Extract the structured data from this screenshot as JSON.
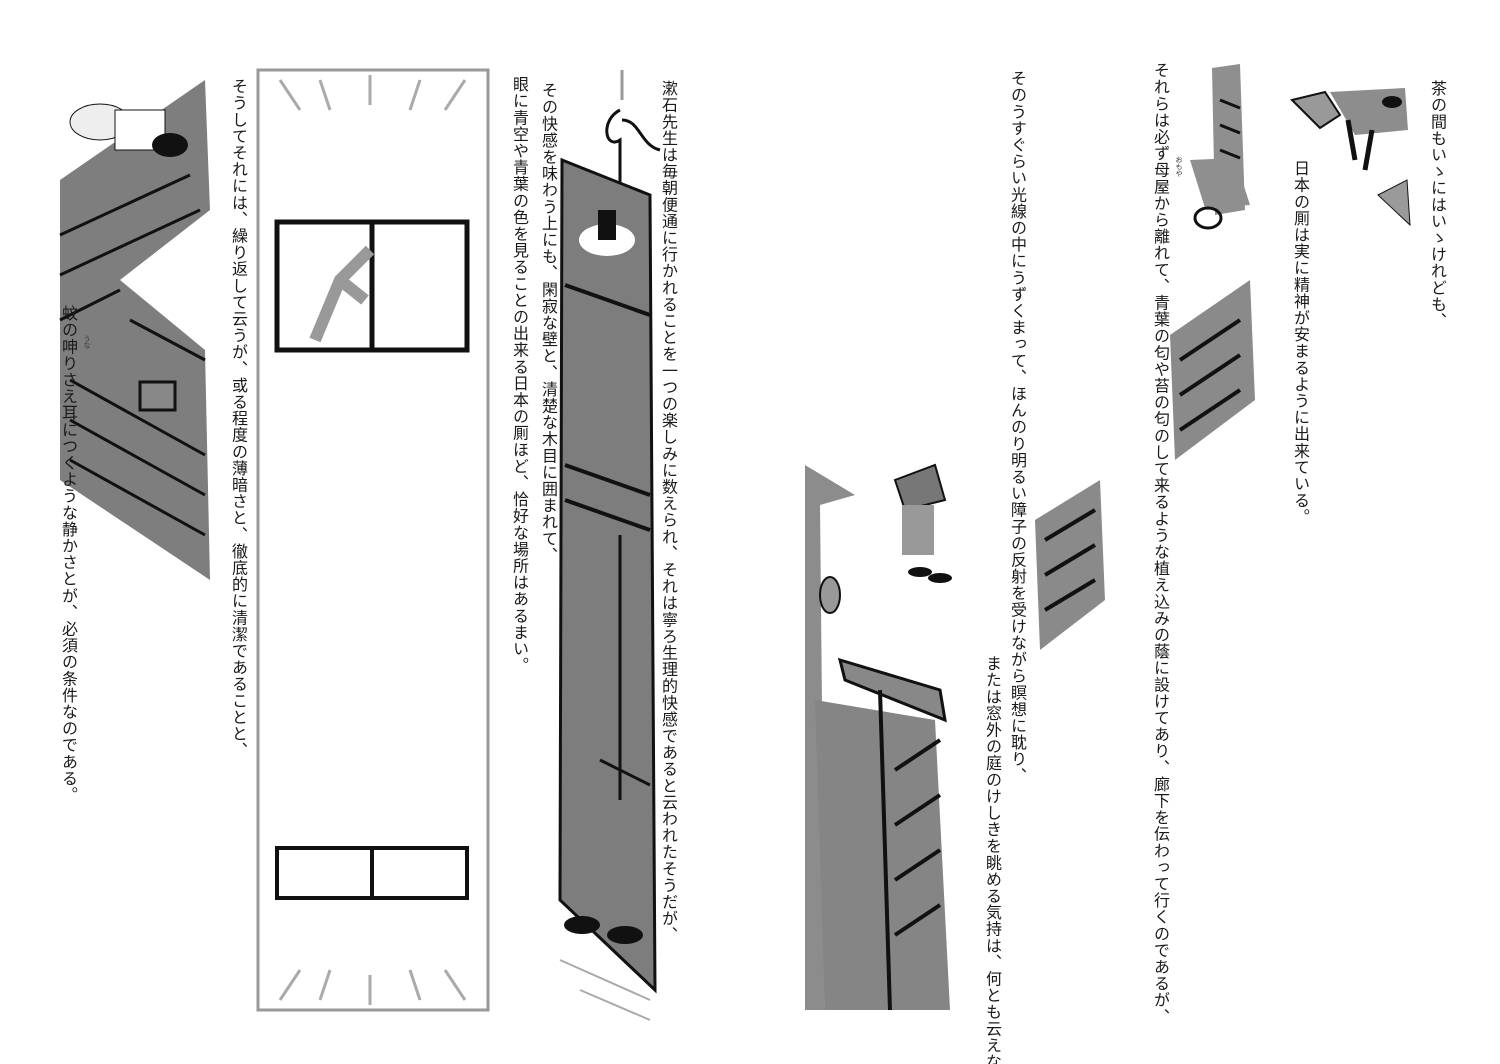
{
  "columns": [
    "茶の間もいゝにはいゝけれども、",
    "日本の厠は実に精神が安まるように出来ている。",
    "それらは必ず母屋から離れて、青葉の匂や苔の匂のして来るような植え込みの蔭に設けてあり、廊下を伝わって行くのであるが、",
    "そのうすぐらい光線の中にうずくまって、ほんのり明るい障子の反射を受けながら瞑想に耽り、",
    "または窓外の庭のけしきを眺める気持は、何とも云えない。",
    "漱石先生は毎朝便通に行かれることを一つの楽しみに数えられ、それは寧ろ生理的快感であると云われたそうだが、",
    "その快感を味わう上にも、閑寂な壁と、清楚な木目に囲まれて、",
    "眼に青空や青葉の色を見ることの出来る日本の厠ほど、恰好な場所はあるまい。",
    "そうしてそれには、繰り返して云うが、或る程度の薄暗さと、徹底的に清潔であることと、",
    "蚊の呻りさえ耳につくような静かさとが、必須の条件なのである。"
  ],
  "ruby": {
    "omoya": "おもや",
    "una": "うな"
  },
  "colors": {
    "ink": "#111111",
    "wash": "#8a8a8a",
    "light_wash": "#b5b5b5"
  }
}
